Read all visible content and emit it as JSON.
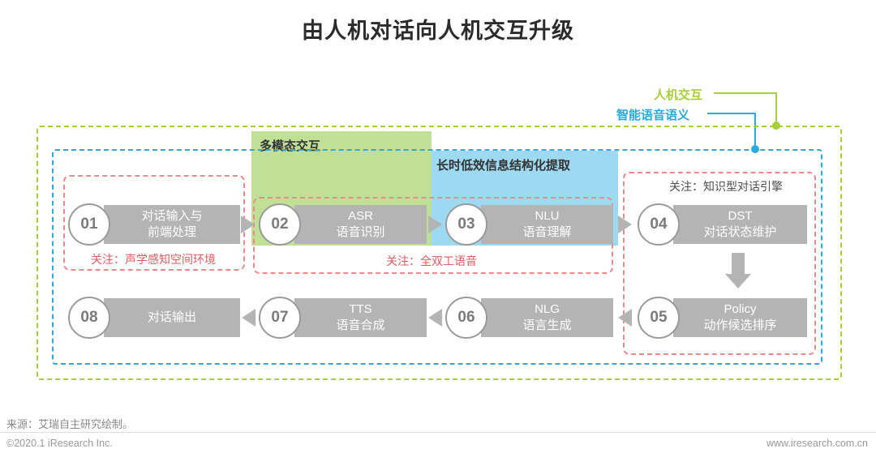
{
  "title": "由人机对话向人机交互升级",
  "legend": {
    "hmi": "人机交互",
    "speech": "智能语音语义"
  },
  "regions": {
    "multimodal": "多模态交互",
    "longterm": "长时低效信息结构化提取"
  },
  "notes": {
    "acoustic": "关注：声学感知空间环境",
    "duplex": "关注：全双工语音",
    "knowledge": "关注：知识型对话引擎"
  },
  "nodes": [
    {
      "num": "01",
      "line1": "对话输入与",
      "line2": "前端处理"
    },
    {
      "num": "02",
      "line1": "ASR",
      "line2": "语音识别"
    },
    {
      "num": "03",
      "line1": "NLU",
      "line2": "语音理解"
    },
    {
      "num": "04",
      "line1": "DST",
      "line2": "对话状态维护"
    },
    {
      "num": "05",
      "line1": "Policy",
      "line2": "动作候选排序"
    },
    {
      "num": "06",
      "line1": "NLG",
      "line2": "语言生成"
    },
    {
      "num": "07",
      "line1": "TTS",
      "line2": "语音合成"
    },
    {
      "num": "08",
      "line1": "对话输出",
      "line2": ""
    }
  ],
  "footer": {
    "source": "来源：艾瑞自主研究绘制。",
    "copyright": "©2020.1 iResearch Inc.",
    "website": "www.iresearch.com.cn"
  },
  "colors": {
    "accent_green": "#a5ce39",
    "accent_cyan": "#29abe2",
    "accent_red": "#f0868e",
    "node_gray": "#b4b4b4"
  }
}
